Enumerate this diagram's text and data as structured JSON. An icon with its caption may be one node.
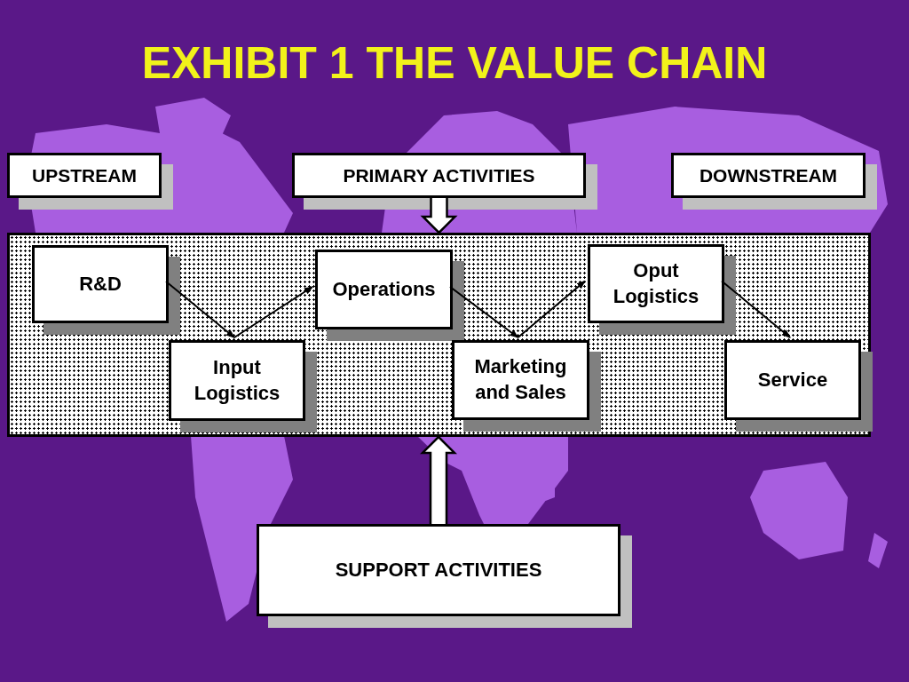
{
  "diagram": {
    "title": "EXHIBIT 1 THE VALUE CHAIN",
    "nodes": [
      {
        "text": [
          "UPSTREAM"
        ]
      },
      {
        "text": [
          "PRIMARY ACTIVITIES"
        ]
      },
      {
        "text": [
          "DOWNSTREAM"
        ]
      },
      {
        "text": [],
        "shape": "box"
      },
      {
        "text": [
          "R&D"
        ],
        "in": 3
      },
      {
        "text": [
          "Operations"
        ],
        "in": 3
      },
      {
        "text": [
          "Oput Logistics"
        ],
        "in": 3
      },
      {
        "text": [
          "Input Logistics"
        ],
        "in": 3
      },
      {
        "text": [
          "Marketing and Sales"
        ],
        "in": 3
      },
      {
        "text": [
          "Service"
        ],
        "in": 3
      },
      {
        "text": [
          "SUPPORT ACTIVITIES"
        ]
      }
    ],
    "edges": [
      {
        "from": 4,
        "to": 7,
        "arrow": "to"
      },
      {
        "from": 7,
        "to": 5,
        "arrow": "to"
      },
      {
        "from": 5,
        "to": 8,
        "arrow": "to"
      },
      {
        "from": 8,
        "to": 6,
        "arrow": "to"
      },
      {
        "from": 6,
        "to": 9,
        "arrow": "to"
      },
      {
        "from": 1,
        "to": 3,
        "arrow": "to",
        "style": "thick"
      },
      {
        "from": 10,
        "to": 3,
        "arrow": "to",
        "style": "thick"
      }
    ]
  }
}
